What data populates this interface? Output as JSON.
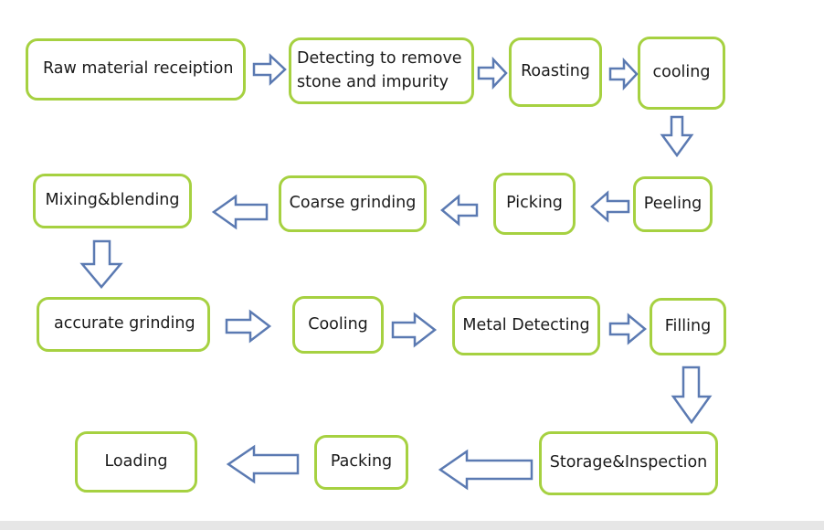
{
  "steps": [
    "Raw material receiption",
    "Detecting to remove\nstone and impurity",
    "Roasting",
    "cooling",
    "Peeling",
    "Picking",
    "Coarse grinding",
    "Mixing&blending",
    "accurate grinding",
    "Cooling",
    "Metal Detecting",
    "Filling",
    "Storage&Inspection",
    "Packing",
    "Loading"
  ],
  "colors": {
    "box_border": "#a6d141",
    "arrow_outline": "#5b7ab2",
    "text": "#1a1a1a"
  }
}
